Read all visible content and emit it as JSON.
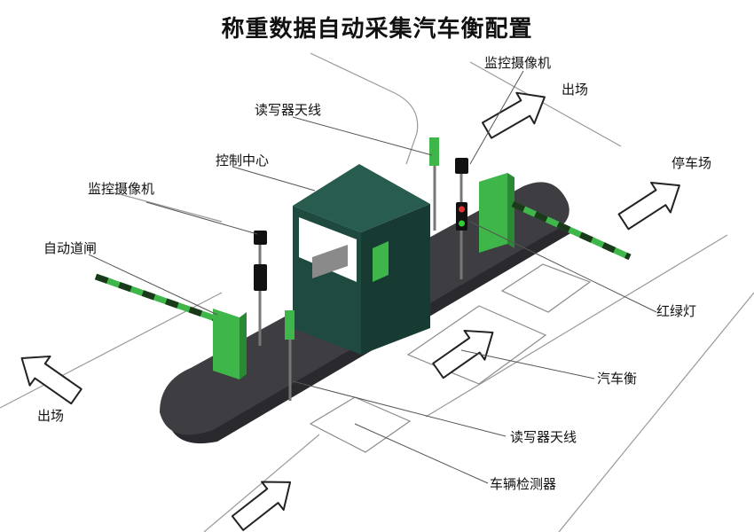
{
  "title": "称重数据自动采集汽车衡配置",
  "labels": {
    "camera_top": "监控摄像机",
    "exit_top": "出场",
    "antenna_top": "读写器天线",
    "control_center": "控制中心",
    "parking_lot": "停车场",
    "camera_left": "监控摄像机",
    "auto_gate": "自动道闸",
    "traffic_light": "红绿灯",
    "truck_scale": "汽车衡",
    "exit_bottom": "出场",
    "antenna_bottom": "读写器天线",
    "vehicle_detector": "车辆检测器"
  },
  "colors": {
    "platform": "#3b3b40",
    "booth": "#1e4a40",
    "equipment_green": "#3fb64a",
    "barrier_stripe": "#1b3a1b",
    "line": "#777777"
  }
}
